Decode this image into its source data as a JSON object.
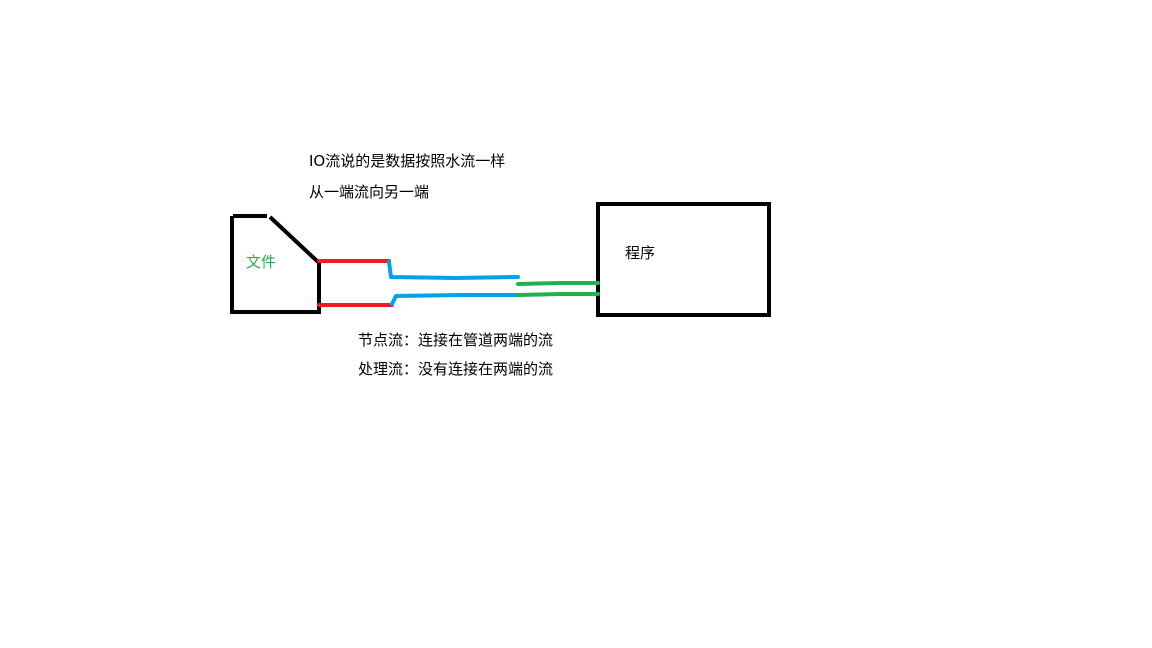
{
  "annotations": {
    "title_line_1": "IO流说的是数据按照水流一样",
    "title_line_2": "从一端流向另一端",
    "node_stream_note": "节点流：连接在管道两端的流",
    "processing_stream_note": "处理流：没有连接在两端的流"
  },
  "nodes": {
    "file": {
      "label": "文件",
      "label_color": "#22b14c",
      "shape": "document"
    },
    "program": {
      "label": "程序",
      "label_color": "#000000",
      "shape": "rectangle"
    }
  },
  "pipes": [
    {
      "segment": "file-side",
      "color": "#ed1c24"
    },
    {
      "segment": "middle",
      "color": "#00a2e8"
    },
    {
      "segment": "program-side",
      "color": "#22b14c"
    }
  ],
  "colors": {
    "outline": "#000000",
    "background": "#ffffff"
  }
}
